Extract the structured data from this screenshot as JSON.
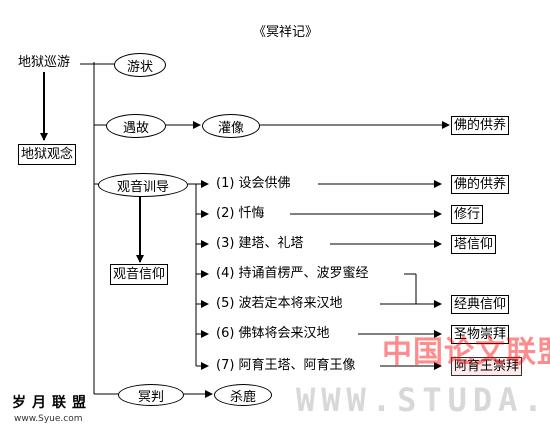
{
  "title": "《冥祥记》",
  "nodes": {
    "hell_tour": "地狱巡游",
    "hell_concept": "地狱观念",
    "tour_account": "游状",
    "encounter": "遇故",
    "ablution": "灌像",
    "buddha_offering_1": "佛的供养",
    "guanyin_teaching": "观音训导",
    "guanyin_faith": "观音信仰",
    "step1": "(1) 设会供佛",
    "step2": "(2) 忏悔",
    "step3": "(3) 建塔、礼塔",
    "step4": "(4) 持诵首楞严、波罗蜜经",
    "step5": "(5) 波若定本将来汉地",
    "step6": "(6) 佛钵将会来汉地",
    "step7": "(7) 阿育王塔、阿育王像",
    "buddha_offering_2": "佛的供养",
    "practice": "修行",
    "stupa_faith": "塔信仰",
    "scripture_faith": "经典信仰",
    "relic_worship": "圣物崇拜",
    "ashoka_worship": "阿育王崇拜",
    "judgment": "冥判",
    "deer_killing": "杀鹿"
  },
  "watermark": {
    "site_name": "岁月联盟",
    "site_url": "www.Syue.com",
    "overlay_cn": "中国论文联盟",
    "overlay_en": "WWW.STUDA."
  },
  "colors": {
    "ink": "#000000",
    "watermark_red": "#ff0000",
    "watermark_gray": "#c8c8c8",
    "highlight_fill": "#ffe9e9"
  }
}
